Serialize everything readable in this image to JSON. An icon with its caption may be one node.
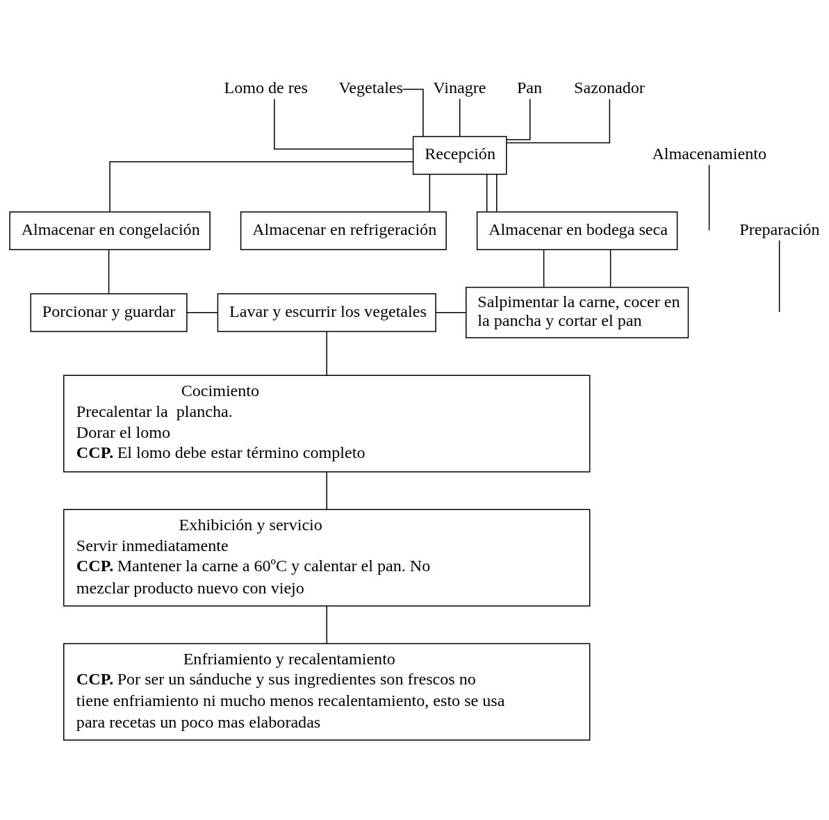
{
  "diagram": {
    "nodes": [
      {
        "text": [
          "Lomo de res"
        ]
      },
      {
        "text": [
          "Vegetales"
        ]
      },
      {
        "text": [
          "Vinagre"
        ]
      },
      {
        "text": [
          "Pan"
        ]
      },
      {
        "text": [
          "Sazonador"
        ]
      },
      {
        "text": [
          "Recepción"
        ]
      },
      {
        "text": [
          "Almacenamiento"
        ]
      },
      {
        "text": [
          "Almacenar en congelación"
        ]
      },
      {
        "text": [
          "Almacenar en refrigeración"
        ]
      },
      {
        "text": [
          "Almacenar en bodega seca"
        ]
      },
      {
        "text": [
          "Preparación"
        ]
      },
      {
        "text": [
          "Porcionar y guardar"
        ]
      },
      {
        "text": [
          "Lavar y escurrir los vegetales"
        ]
      },
      {
        "text": [
          "Salpimentar la carne, cocer en la pancha y cortar el pan"
        ]
      },
      {
        "text": [
          "Cocimiento",
          "Precalentar la  plancha.",
          "Dorar el lomo",
          "**CCP.** El lomo debe estar término completo"
        ]
      },
      {
        "text": [
          "Exhibición y servicio",
          "Servir inmediatamente",
          "**CCP.** Mantener la carne a 60ºC y calentar el pan. No mezclar producto nuevo con viejo"
        ]
      },
      {
        "text": [
          "Enfriamiento y recalentamiento",
          "**CCP.** Por ser un sánduche y sus ingredientes son frescos no tiene enfriamiento ni mucho menos recalentamiento, esto se usa para recetas un poco mas elaboradas"
        ]
      }
    ],
    "edges": [
      {
        "from": 0,
        "to": 5,
        "arrow": "none"
      },
      {
        "from": 1,
        "to": 5,
        "arrow": "none"
      },
      {
        "from": 2,
        "to": 5,
        "arrow": "none"
      },
      {
        "from": 3,
        "to": 5,
        "arrow": "none"
      },
      {
        "from": 4,
        "to": 5,
        "arrow": "none"
      },
      {
        "from": 5,
        "to": 7,
        "arrow": "none"
      },
      {
        "from": 5,
        "to": 8,
        "arrow": "none"
      },
      {
        "from": 6,
        "to": null,
        "arrow": "none"
      },
      {
        "from": 5,
        "to": 9,
        "arrow": "none"
      },
      {
        "from": 5,
        "to": 9,
        "arrow": "none"
      },
      {
        "from": 7,
        "to": 11,
        "arrow": "none"
      },
      {
        "from": 10,
        "to": null,
        "arrow": "none"
      },
      {
        "from": 9,
        "to": 13,
        "arrow": "none"
      },
      {
        "from": 9,
        "to": 13,
        "arrow": "none"
      },
      {
        "from": 11,
        "to": 12,
        "arrow": "none"
      },
      {
        "from": 12,
        "to": 13,
        "arrow": "none"
      },
      {
        "from": 12,
        "to": 14,
        "arrow": "none"
      },
      {
        "from": 14,
        "to": 15,
        "arrow": "none"
      },
      {
        "from": 15,
        "to": 16,
        "arrow": "none"
      }
    ]
  }
}
